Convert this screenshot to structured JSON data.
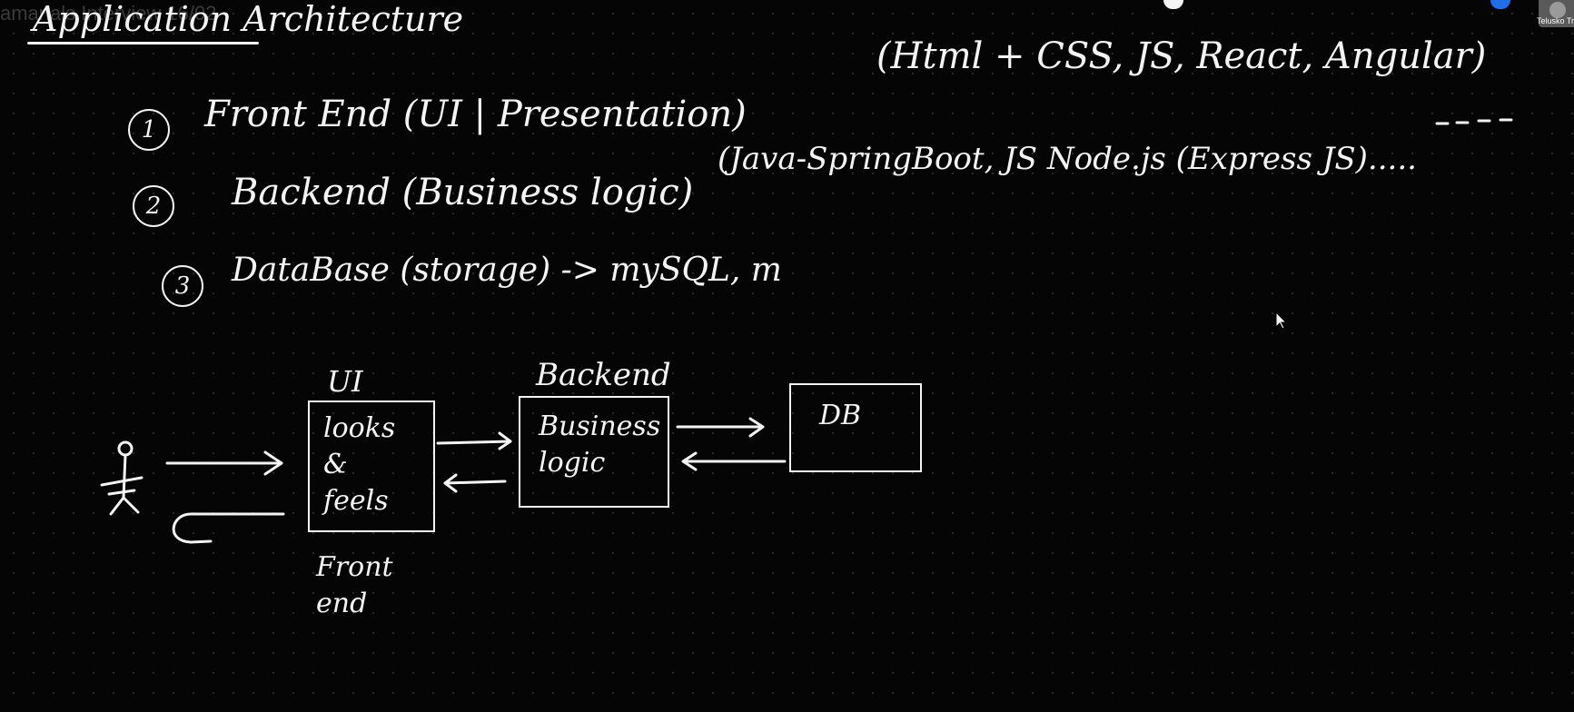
{
  "watermark": "amanals Interview 16/02",
  "title": "Application Architecture",
  "list": [
    {
      "number": "1",
      "text": "Front End (UI | Presentation)",
      "detail": "(Html + CSS, JS, React, Angular)"
    },
    {
      "number": "2",
      "text": "Backend (Business logic)",
      "detail": "(Java-SpringBoot, JS Node.js (Express JS)....."
    },
    {
      "number": "3",
      "text": "DataBase (storage) -> mySQL, m",
      "detail": ""
    }
  ],
  "diagram": {
    "ui_label": "UI",
    "ui_box": "looks &\nfeels",
    "ui_caption": "Front\nend",
    "backend_label": "Backend",
    "backend_box": "Business\nlogic",
    "db_box": "DB"
  },
  "participant": {
    "name": "Telusko Tr"
  },
  "colors": {
    "background": "#050505",
    "ink": "#f4f4f4",
    "grid_dot": "#2a2a2a"
  }
}
